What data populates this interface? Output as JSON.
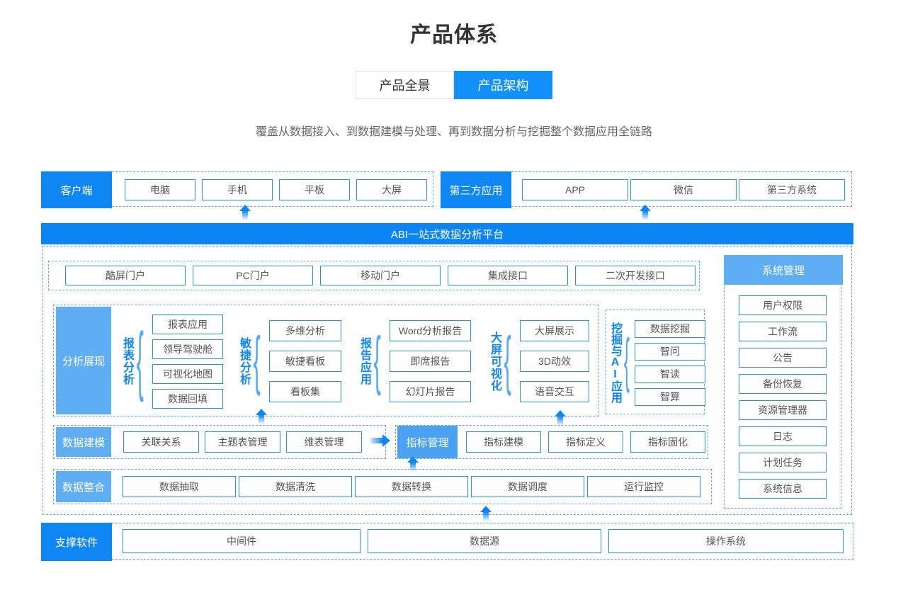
{
  "page": {
    "title": "产品体系",
    "tabs": [
      {
        "label": "产品全景",
        "active": false
      },
      {
        "label": "产品架构",
        "active": true
      }
    ],
    "subtitle": "覆盖从数据接入、到数据建模与处理、再到数据分析与挖掘整个数据应用全链路"
  },
  "colors": {
    "primary": "#0e86f4",
    "soft_label": "#5faef4",
    "metric_label": "#4aa2f0",
    "item_border": "#2892f4",
    "dashed_border": "#58a8f3",
    "tab_active": "#1291fb"
  },
  "diagram": {
    "banner": "ABI一站式数据分析平台",
    "client": {
      "label": "客户端",
      "items": [
        "电脑",
        "手机",
        "平板",
        "大屏"
      ]
    },
    "thirdparty": {
      "label": "第三方应用",
      "items": [
        "APP",
        "微信",
        "第三方系统"
      ]
    },
    "portals": [
      "酷屏门户",
      "PC门户",
      "移动门户",
      "集成接口",
      "二次开发接口"
    ],
    "analysis": {
      "label": "分析展现",
      "groups": [
        {
          "name": "报表分析",
          "items": [
            "报表应用",
            "领导驾驶舱",
            "可视化地图",
            "数据回填"
          ]
        },
        {
          "name": "敏捷分析",
          "items": [
            "多维分析",
            "敏捷看板",
            "看板集"
          ]
        },
        {
          "name": "报告应用",
          "items": [
            "Word分析报告",
            "即席报告",
            "幻灯片报告"
          ]
        },
        {
          "name": "大屏可视化",
          "items": [
            "大屏展示",
            "3D动效",
            "语音交互"
          ]
        }
      ]
    },
    "mining": {
      "name": "挖掘与AI应用",
      "items": [
        "数据挖掘",
        "智问",
        "智读",
        "智算"
      ]
    },
    "modeling": {
      "label": "数据建模",
      "items": [
        "关联关系",
        "主题表管理",
        "维表管理"
      ]
    },
    "metrics": {
      "label": "指标管理",
      "items": [
        "指标建模",
        "指标定义",
        "指标固化"
      ]
    },
    "integration": {
      "label": "数据整合",
      "items": [
        "数据抽取",
        "数据清洗",
        "数据转换",
        "数据调度",
        "运行监控"
      ]
    },
    "sysmgmt": {
      "label": "系统管理",
      "items": [
        "用户权限",
        "工作流",
        "公告",
        "备份恢复",
        "资源管理器",
        "日志",
        "计划任务",
        "系统信息"
      ]
    },
    "support": {
      "label": "支撑软件",
      "items": [
        "中间件",
        "数据源",
        "操作系统"
      ]
    }
  }
}
